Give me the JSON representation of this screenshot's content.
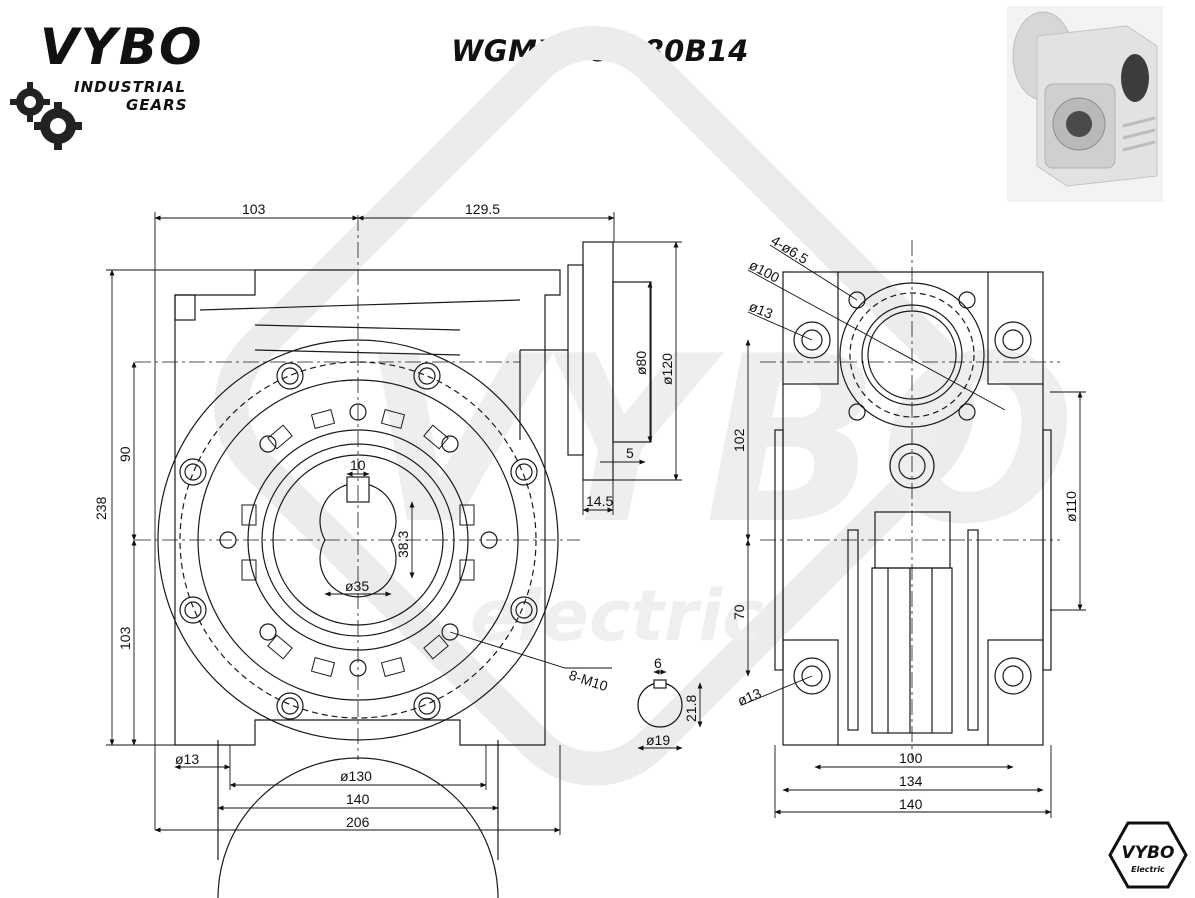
{
  "header": {
    "model_title": "WGMX 090 80B14",
    "brand": {
      "name": "VYBO",
      "line1": "INDUSTRIAL",
      "line2": "GEARS"
    }
  },
  "watermark": {
    "text": "VYBO",
    "subtext": "electric"
  },
  "badge": {
    "brand": "VYBO",
    "sub": "Electric"
  },
  "icons": {
    "logo_gear": "gear-icon",
    "product_photo": "gearbox-photo",
    "badge": "vybo-electric-badge"
  },
  "colors": {
    "line": "#1a1a1a",
    "watermark": "#e9e9e9",
    "watermark_accent": "#f6d0d0"
  },
  "dimensions": {
    "front": {
      "top_left": "103",
      "top_right": "129.5",
      "height_total": "238",
      "height_upper": "90",
      "height_lower": "103",
      "keyway_width": "10",
      "keyway_depth": "38.3",
      "bore": "ø35",
      "mount_holes": "8-M10",
      "foot_hole": "ø13",
      "flange_pcd": "ø130",
      "width_140": "140",
      "width_206": "206"
    },
    "side_input": {
      "spigot": "ø80",
      "flange": "ø120",
      "spigot_depth": "5",
      "thickness": "14.5"
    },
    "shaft_section": {
      "key": "6",
      "height": "21.8",
      "diameter": "ø19"
    },
    "side": {
      "holes": "4-ø6.5",
      "pcd": "ø100",
      "boss": "ø13",
      "upper": "102",
      "lower": "70",
      "spigot": "ø110",
      "foot_hole": "ø13",
      "width_100": "100",
      "width_134": "134",
      "width_140": "140"
    }
  }
}
